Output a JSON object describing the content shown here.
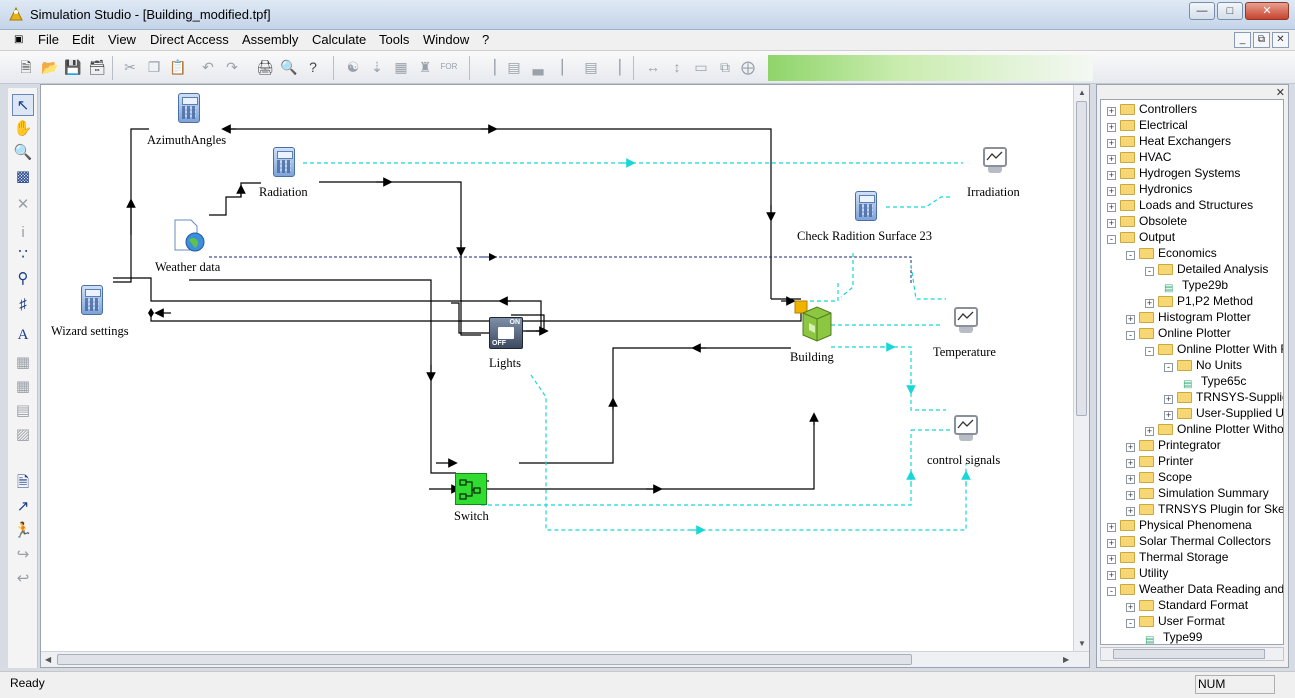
{
  "window": {
    "title": "Simulation Studio - [Building_modified.tpf]"
  },
  "menu": [
    "File",
    "Edit",
    "View",
    "Direct Access",
    "Assembly",
    "Calculate",
    "Tools",
    "Window",
    "?"
  ],
  "components": {
    "azimuth": "AzimuthAngles",
    "radiation": "Radiation",
    "weather": "Weather data",
    "wizard": "Wizard settings",
    "lights": "Lights",
    "switch": "Switch",
    "building": "Building",
    "check": "Check Radition Surface 23",
    "irradiation": "Irradiation",
    "temperature": "Temperature",
    "control": "control signals"
  },
  "lights_toggle": {
    "on": "ON",
    "off": "OFF"
  },
  "tree": [
    {
      "label": "Controllers",
      "indent": 0,
      "exp": "+",
      "type": "folder"
    },
    {
      "label": "Electrical",
      "indent": 0,
      "exp": "+",
      "type": "folder"
    },
    {
      "label": "Heat Exchangers",
      "indent": 0,
      "exp": "+",
      "type": "folder"
    },
    {
      "label": "HVAC",
      "indent": 0,
      "exp": "+",
      "type": "folder"
    },
    {
      "label": "Hydrogen Systems",
      "indent": 0,
      "exp": "+",
      "type": "folder"
    },
    {
      "label": "Hydronics",
      "indent": 0,
      "exp": "+",
      "type": "folder"
    },
    {
      "label": "Loads and Structures",
      "indent": 0,
      "exp": "+",
      "type": "folder"
    },
    {
      "label": "Obsolete",
      "indent": 0,
      "exp": "+",
      "type": "folder"
    },
    {
      "label": "Output",
      "indent": 0,
      "exp": "-",
      "type": "folder"
    },
    {
      "label": "Economics",
      "indent": 1,
      "exp": "-",
      "type": "folder"
    },
    {
      "label": "Detailed Analysis",
      "indent": 2,
      "exp": "-",
      "type": "folder"
    },
    {
      "label": "Type29b",
      "indent": 3,
      "exp": "",
      "type": "leaf"
    },
    {
      "label": "P1,P2 Method",
      "indent": 2,
      "exp": "+",
      "type": "folder"
    },
    {
      "label": "Histogram Plotter",
      "indent": 1,
      "exp": "+",
      "type": "folder"
    },
    {
      "label": "Online Plotter",
      "indent": 1,
      "exp": "-",
      "type": "folder"
    },
    {
      "label": "Online Plotter With Fi",
      "indent": 2,
      "exp": "-",
      "type": "folder"
    },
    {
      "label": "No Units",
      "indent": 3,
      "exp": "-",
      "type": "folder"
    },
    {
      "label": "Type65c",
      "indent": 4,
      "exp": "",
      "type": "leaf"
    },
    {
      "label": "TRNSYS-Supplie",
      "indent": 3,
      "exp": "+",
      "type": "folder"
    },
    {
      "label": "User-Supplied Ur",
      "indent": 3,
      "exp": "+",
      "type": "folder"
    },
    {
      "label": "Online Plotter Withou",
      "indent": 2,
      "exp": "+",
      "type": "folder"
    },
    {
      "label": "Printegrator",
      "indent": 1,
      "exp": "+",
      "type": "folder"
    },
    {
      "label": "Printer",
      "indent": 1,
      "exp": "+",
      "type": "folder"
    },
    {
      "label": "Scope",
      "indent": 1,
      "exp": "+",
      "type": "folder"
    },
    {
      "label": "Simulation Summary",
      "indent": 1,
      "exp": "+",
      "type": "folder"
    },
    {
      "label": "TRNSYS Plugin for Sketc",
      "indent": 1,
      "exp": "+",
      "type": "folder"
    },
    {
      "label": "Physical Phenomena",
      "indent": 0,
      "exp": "+",
      "type": "folder"
    },
    {
      "label": "Solar Thermal Collectors",
      "indent": 0,
      "exp": "+",
      "type": "folder"
    },
    {
      "label": "Thermal Storage",
      "indent": 0,
      "exp": "+",
      "type": "folder"
    },
    {
      "label": "Utility",
      "indent": 0,
      "exp": "+",
      "type": "folder"
    },
    {
      "label": "Weather Data Reading and P",
      "indent": 0,
      "exp": "-",
      "type": "folder"
    },
    {
      "label": "Standard Format",
      "indent": 1,
      "exp": "+",
      "type": "folder"
    },
    {
      "label": "User Format",
      "indent": 1,
      "exp": "-",
      "type": "folder"
    },
    {
      "label": "Type99",
      "indent": 2,
      "exp": "",
      "type": "leaf"
    }
  ],
  "status": {
    "left": "Ready",
    "num": "NUM"
  },
  "colors": {
    "connection": "#000000",
    "signal": "#19d7d7",
    "switch": "#2fdc2f",
    "folder": "#f7d773"
  }
}
